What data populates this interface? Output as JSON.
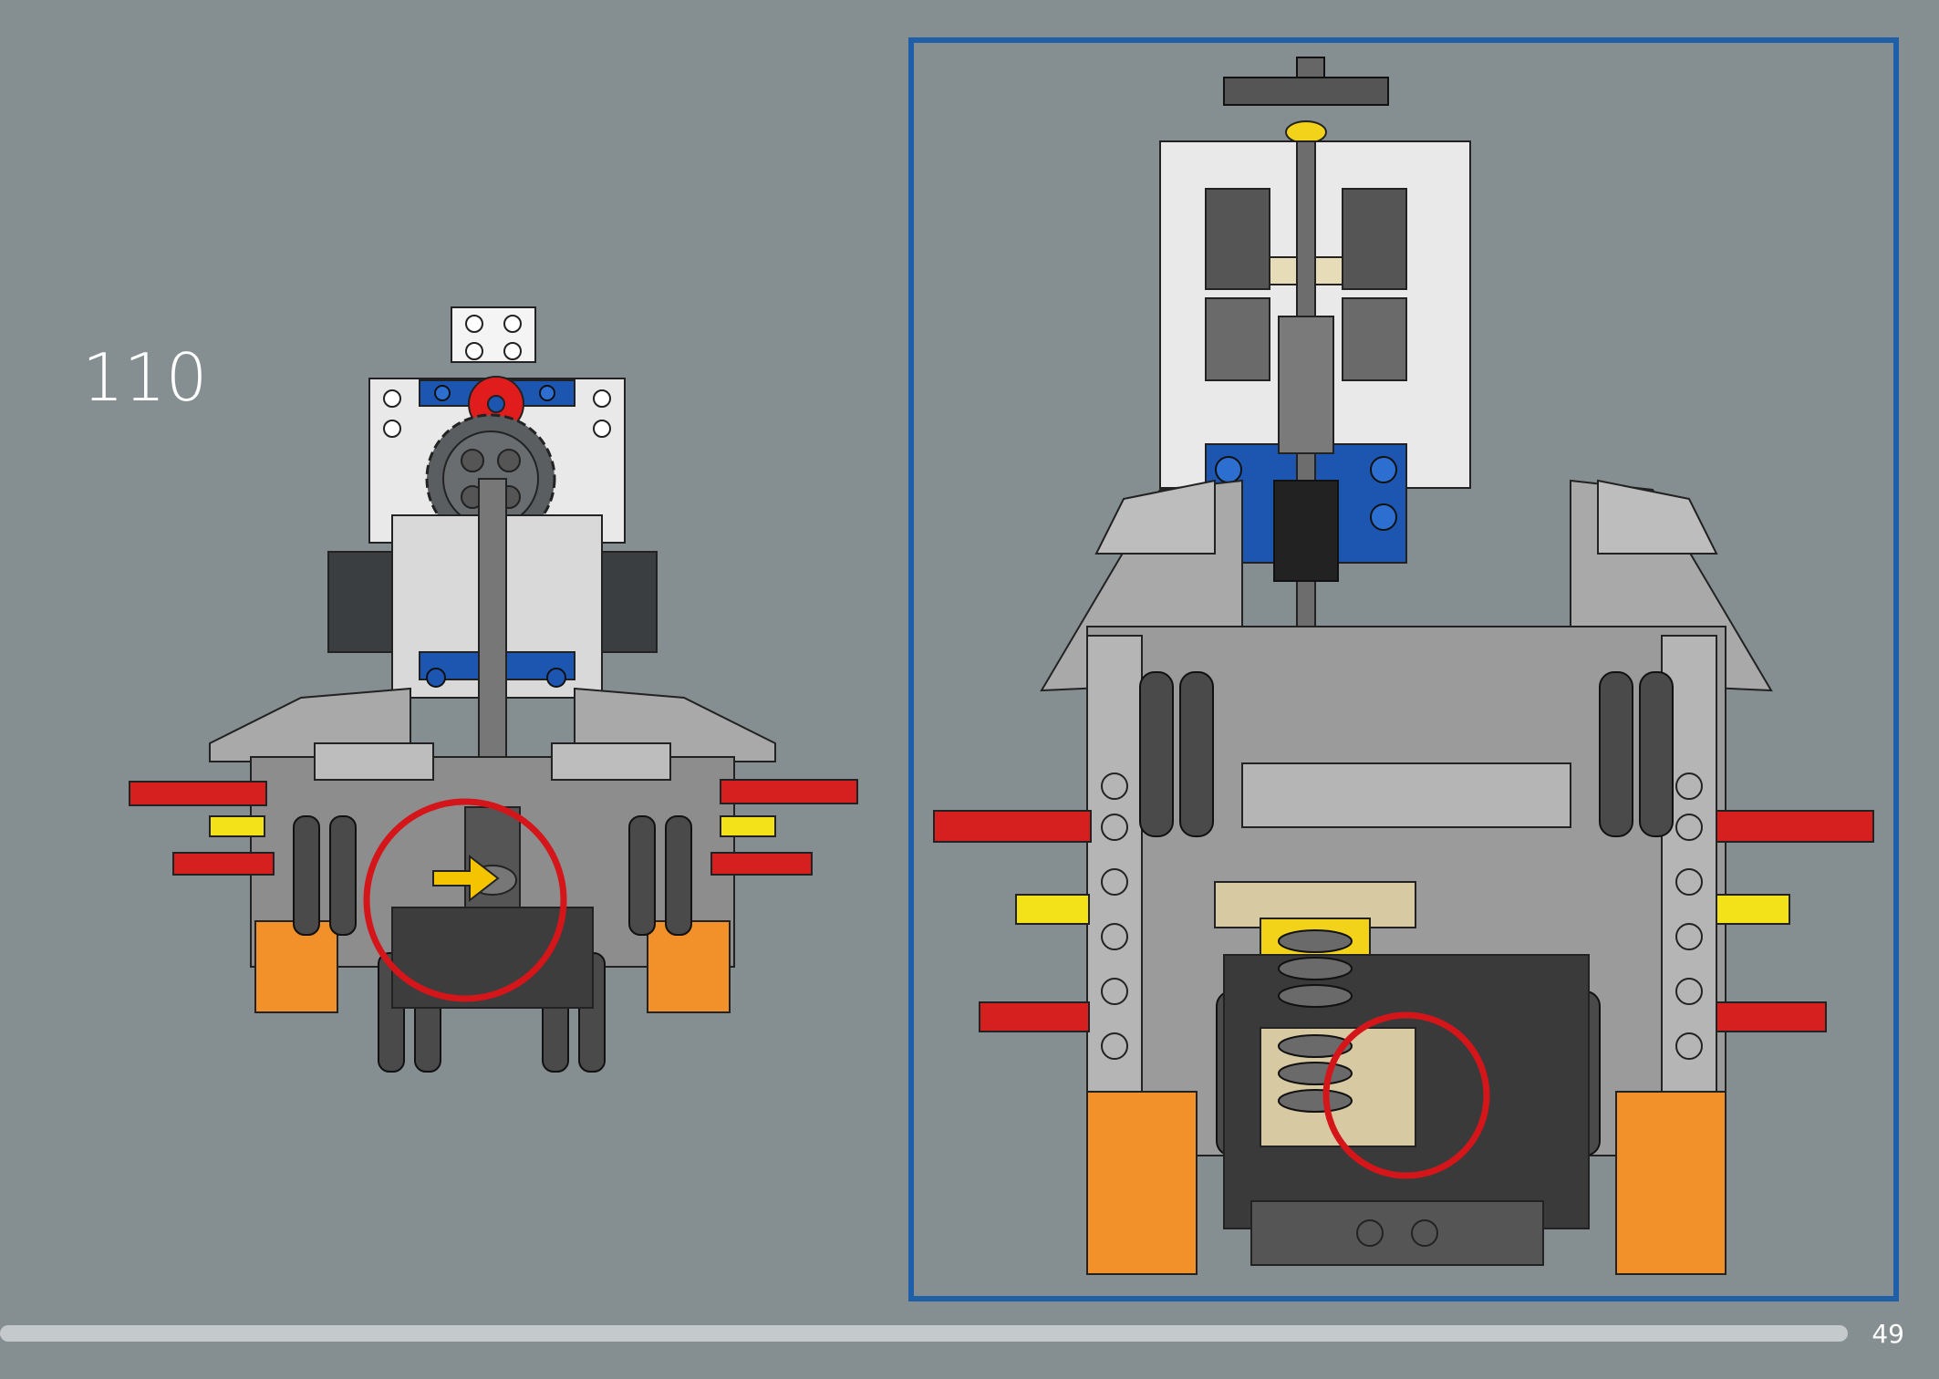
{
  "step": {
    "number": "110"
  },
  "page": {
    "number": "49"
  },
  "colors": {
    "background": "#858e91",
    "frame": "#1f5fa8",
    "callout": "#d4161a",
    "arrow": "#f5c400",
    "axle_red": "#d62020",
    "axle_yellow": "#f3e21a",
    "orange": "#f2902a",
    "blue": "#1c56b0"
  },
  "icons": {
    "callout": "red-circle-callout",
    "direction": "yellow-arrow-right"
  }
}
